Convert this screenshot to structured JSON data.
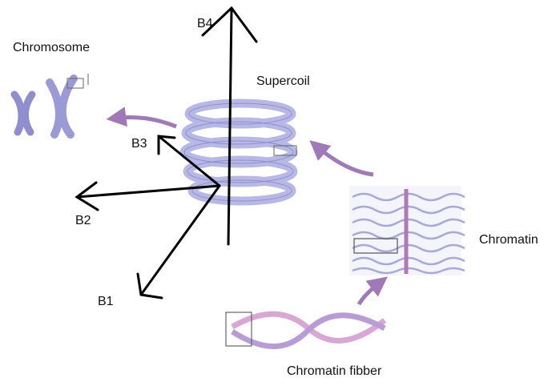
{
  "labels": {
    "chromosome": "Chromosome",
    "supercoil": "Supercoil",
    "chromatin": "Chromatin",
    "chromatin_fibber": "Chromatin fibber"
  },
  "axes": {
    "b1": "B1",
    "b2": "B2",
    "b3": "B3",
    "b4": "B4"
  },
  "colors": {
    "structure_fill": "#c9c9ee",
    "structure_stroke": "#8f8fcf",
    "structure_dark": "#7a7ab8",
    "flow_arrow": "#a07ab8",
    "fibre_pink": "#d9a6d6",
    "axis_line": "#000000",
    "box_stroke": "#666666"
  }
}
